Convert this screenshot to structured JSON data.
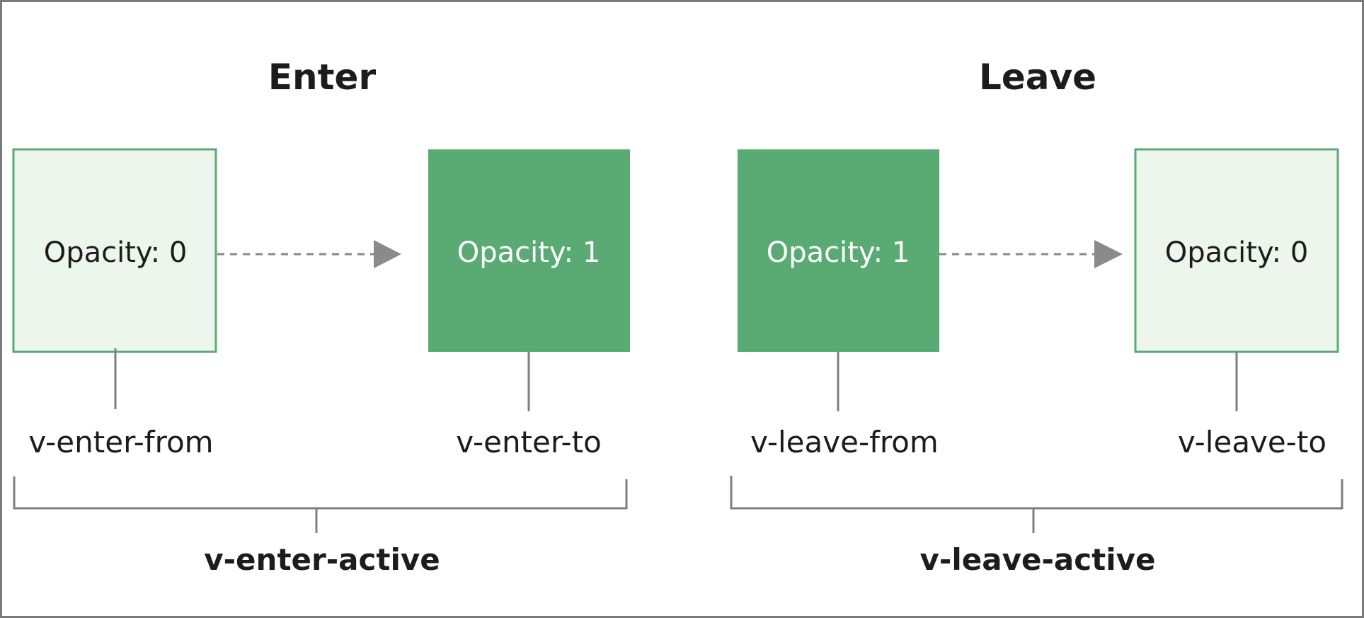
{
  "enter": {
    "title": "Enter",
    "from_state": "Opacity: 0",
    "to_state": "Opacity: 1",
    "from_class": "v-enter-from",
    "to_class": "v-enter-to",
    "active_class": "v-enter-active"
  },
  "leave": {
    "title": "Leave",
    "from_state": "Opacity: 1",
    "to_state": "Opacity: 0",
    "from_class": "v-leave-from",
    "to_class": "v-leave-to",
    "active_class": "v-leave-active"
  },
  "colors": {
    "solid_green": "#5aaa74",
    "light_green_fill": "#edf6ec",
    "light_green_border": "#5aaa74",
    "connector_gray": "#7f7f7f"
  }
}
